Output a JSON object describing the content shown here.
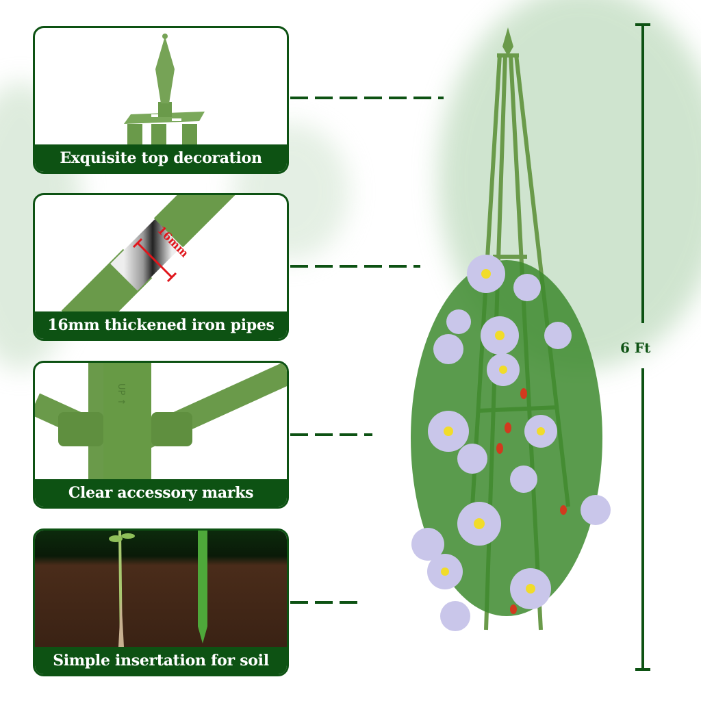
{
  "panels": [
    {
      "caption": "Exquisite  top decoration",
      "image": "spire-finial-top"
    },
    {
      "caption": "16mm thickened iron pipes",
      "image": "pipe-cross-section",
      "annotation": "16mm"
    },
    {
      "caption": "Clear accessory marks",
      "image": "connector-joint",
      "mark": "UP ↑"
    },
    {
      "caption": "Simple insertation for soil",
      "image": "stake-in-soil"
    }
  ],
  "height_scale": {
    "label": "6 Ft"
  },
  "colors": {
    "brand_green": "#0d5213",
    "pipe_green": "#6a9a4a",
    "annotation_red": "#e0161c"
  }
}
